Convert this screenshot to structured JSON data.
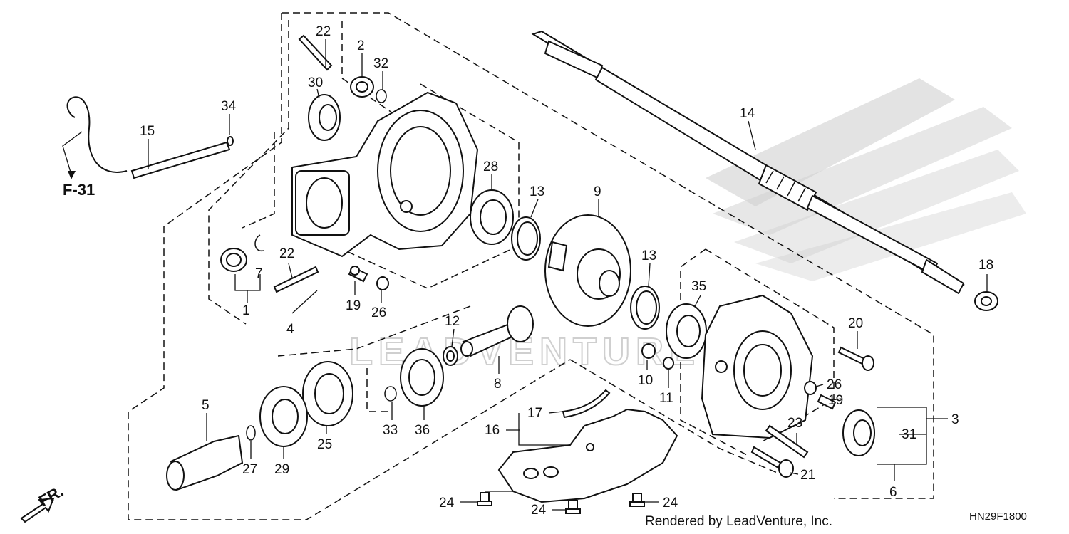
{
  "diagram": {
    "footer_text": "Rendered by LeadVenture, Inc.",
    "diagram_code": "HN29F1800",
    "reference_label": "F-31",
    "direction_label": "FR.",
    "watermark_text": "LEADVENTURE"
  },
  "callouts": {
    "c1": "1",
    "c2": "2",
    "c3": "3",
    "c4": "4",
    "c5": "5",
    "c6": "6",
    "c7": "7",
    "c8": "8",
    "c9": "9",
    "c10": "10",
    "c11": "11",
    "c12": "12",
    "c13a": "13",
    "c13b": "13",
    "c14": "14",
    "c15": "15",
    "c16": "16",
    "c17": "17",
    "c18": "18",
    "c19a": "19",
    "c19b": "19",
    "c20": "20",
    "c21": "21",
    "c22a": "22",
    "c22b": "22",
    "c23": "23",
    "c24a": "24",
    "c24b": "24",
    "c24c": "24",
    "c25": "25",
    "c26a": "26",
    "c26b": "26",
    "c27": "27",
    "c28": "28",
    "c29": "29",
    "c30": "30",
    "c31": "31",
    "c32": "32",
    "c33": "33",
    "c34": "34",
    "c35": "35",
    "c36": "36"
  }
}
